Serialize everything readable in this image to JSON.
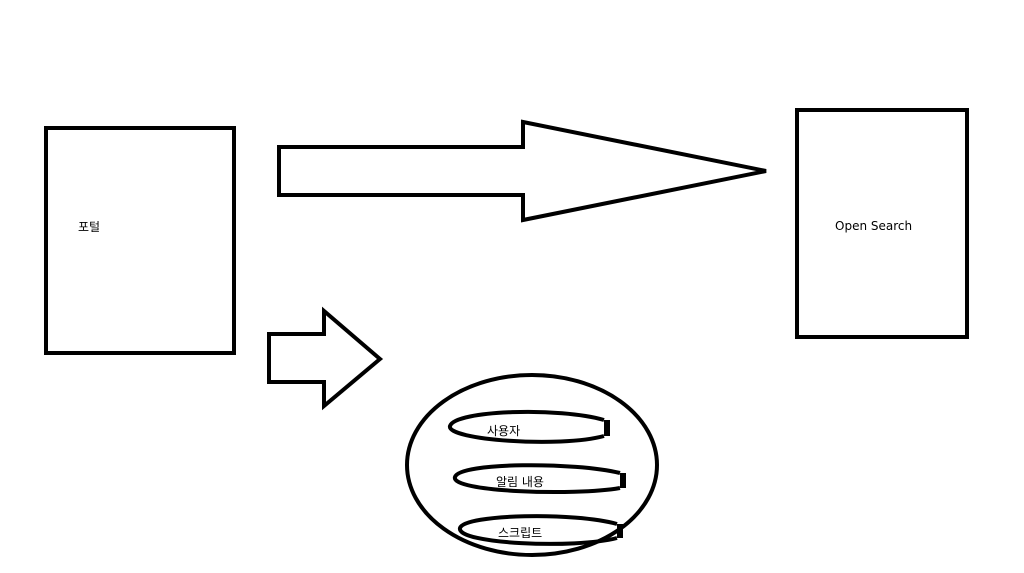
{
  "colors": {
    "stroke": "#000000",
    "background": "#ffffff"
  },
  "nodes": {
    "portal": {
      "label": "포털"
    },
    "open_search": {
      "label": "Open Search"
    },
    "data_group": {
      "items": [
        {
          "label": "사용자"
        },
        {
          "label": "알림 내용"
        },
        {
          "label": "스크립트"
        }
      ]
    }
  }
}
